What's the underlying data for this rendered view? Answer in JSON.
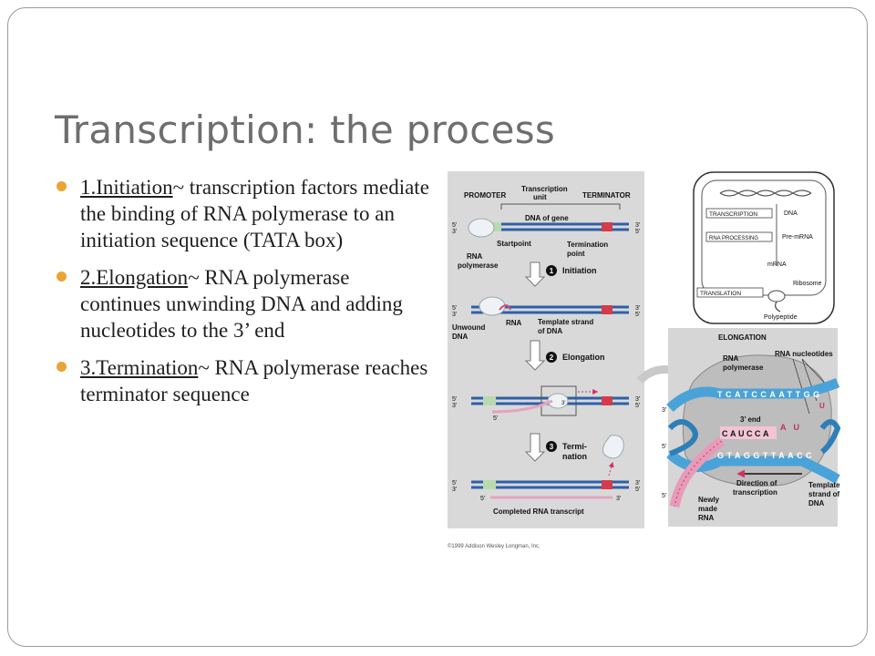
{
  "slide": {
    "title": "Transcription: the process",
    "bullets": [
      {
        "term": "1.Initiation",
        "sep": "~ ",
        "text": " transcription factors mediate the binding of RNA polymerase to an initiation sequence (TATA box)"
      },
      {
        "term": "2.Elongation",
        "sep": "~ ",
        "text": "RNA polymerase continues unwinding DNA and adding nucleotides to the 3’ end"
      },
      {
        "term": "3.Termination",
        "sep": "~ ",
        "text": "RNA polymerase reaches terminator sequence"
      }
    ],
    "bullet_color": "#e8a535"
  },
  "figure": {
    "left_panel": {
      "promoter": "PROMOTER",
      "transcription_unit": [
        "Transcription",
        "unit"
      ],
      "terminator": "TERMINATOR",
      "dna_of_gene": "DNA of gene",
      "startpoint": "Startpoint",
      "termination_point": [
        "Termination",
        "point"
      ],
      "rna_polymerase": [
        "RNA",
        "polymerase"
      ],
      "step1": "Initiation",
      "unwound_dna": [
        "Unwound",
        "DNA"
      ],
      "rna": "RNA",
      "template_strand": [
        "Template strand",
        "of DNA"
      ],
      "step2": "Elongation",
      "step3": [
        "Termi-",
        "nation"
      ],
      "completed_rna": "Completed RNA transcript",
      "five_prime": "5'",
      "three_prime": "3'",
      "num1": "1",
      "num2": "2",
      "num3": "3"
    },
    "overview": {
      "transcription": "TRANSCRIPTION",
      "dna": "DNA",
      "rna_processing": "RNA PROCESSING",
      "pre_mrna": "Pre-mRNA",
      "mrna": "mRNA",
      "ribosome": "Ribosome",
      "translation": "TRANSLATION",
      "polypeptide": "Polypeptide"
    },
    "elongation": {
      "heading": "ELONGATION",
      "rna_polymerase": [
        "RNA",
        "polymerase"
      ],
      "rna_nucleotides": "RNA nucleotides",
      "three_end": "3’ end",
      "top_seq": "TCATCCAATTGG",
      "rna_seq": "CAUCCA",
      "rna_tail": "AU",
      "bottom_seq": "GTAGGTTAACC",
      "direction": [
        "Direction of",
        "transcription"
      ],
      "template": [
        "Template",
        "strand of",
        "DNA"
      ],
      "newly": [
        "Newly",
        "made",
        "RNA"
      ],
      "u_label": "U"
    },
    "copyright": "©1999 Addison Wesley Longman, Inc."
  }
}
